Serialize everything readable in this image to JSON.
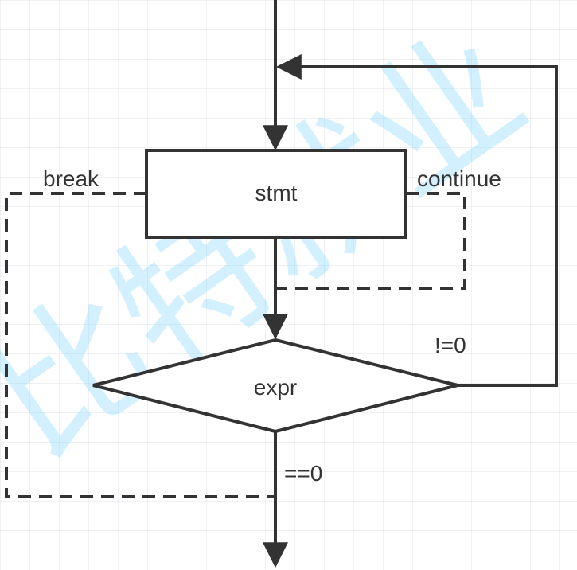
{
  "diagram": {
    "nodes": {
      "stmt": {
        "label": "stmt"
      },
      "expr": {
        "label": "expr"
      }
    },
    "edge_labels": {
      "break": "break",
      "continue": "continue",
      "true_branch": "!=0",
      "false_branch": "==0"
    },
    "watermark": {
      "text": "比特就业"
    },
    "colors": {
      "grid": "#dfe3e8",
      "stroke": "#333333",
      "text": "#333333",
      "watermark": "#7fd6ff",
      "background": "#ffffff"
    }
  }
}
